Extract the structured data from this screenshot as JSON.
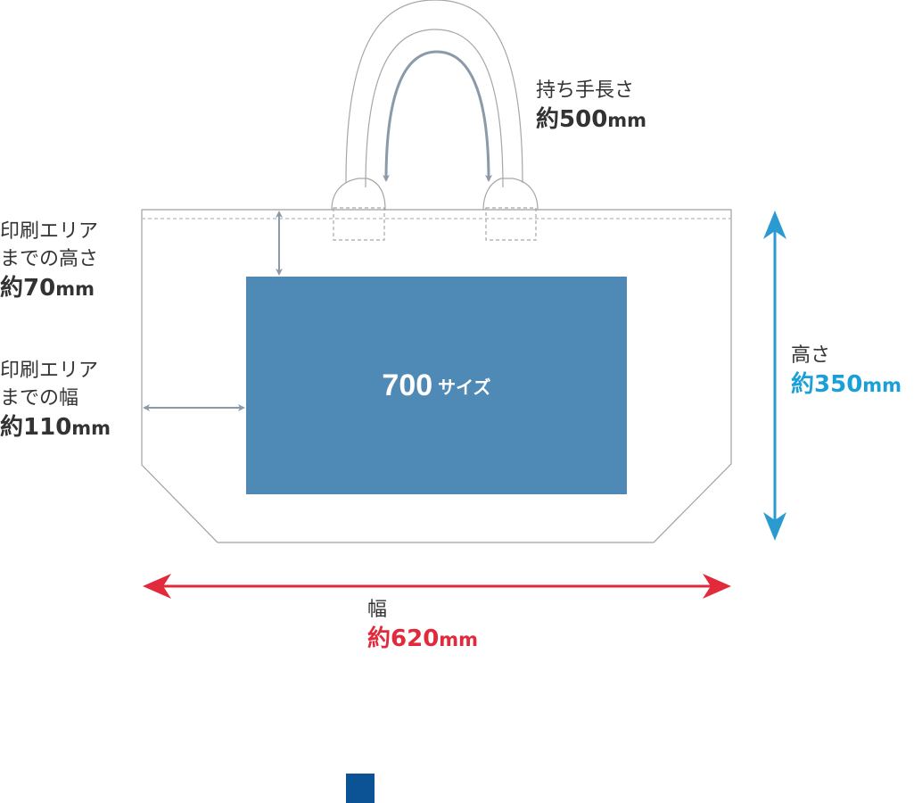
{
  "colors": {
    "print_area": "#4f8ab6",
    "height_arrow": "#2a9ad0",
    "width_arrow": "#e12a3c",
    "guide_arrow": "#8a9aa8",
    "outline": "#a0a0a0",
    "swatch": "#0b5394"
  },
  "print_area": {
    "number": "700",
    "suffix": "サイズ"
  },
  "labels": {
    "handle": {
      "title": "持ち手長さ",
      "prefix": "約",
      "value": "500",
      "unit": "mm"
    },
    "top_margin": {
      "line1": "印刷エリア",
      "line2": "までの高さ",
      "prefix": "約",
      "value": "70",
      "unit": "mm"
    },
    "side_margin": {
      "line1": "印刷エリア",
      "line2": "までの幅",
      "prefix": "約",
      "value": "110",
      "unit": "mm"
    },
    "height": {
      "title": "高さ",
      "prefix": "約",
      "value": "350",
      "unit": "mm"
    },
    "width": {
      "title": "幅",
      "prefix": "約",
      "value": "620",
      "unit": "mm"
    }
  },
  "icons": [
    "bag-outline-icon",
    "handle-icon",
    "arrow-icon",
    "color-swatch-icon"
  ]
}
